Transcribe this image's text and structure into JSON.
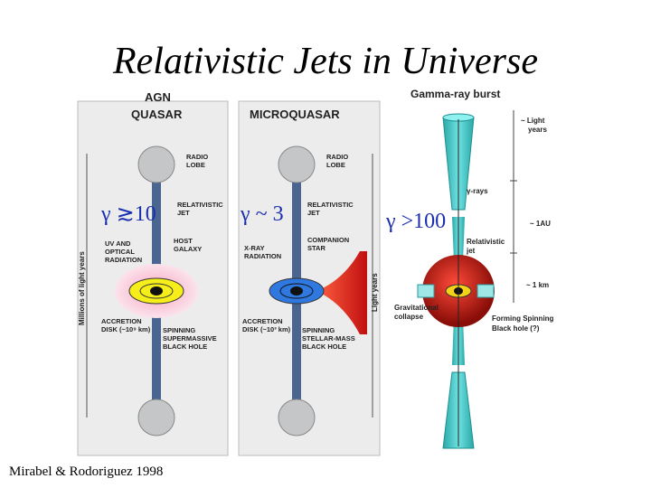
{
  "slide": {
    "title": "Relativistic Jets in Universe",
    "credit": "Mirabel & Rodoriguez 1998"
  },
  "agn": {
    "header_top": "AGN",
    "header": "QUASAR",
    "gamma": "γ ≳10",
    "labels": {
      "radio_lobe_1": "RADIO",
      "radio_lobe_2": "LOBE",
      "jet_1": "RELATIVISTIC",
      "jet_2": "JET",
      "host_1": "HOST",
      "host_2": "GALAXY",
      "rad_1": "UV AND",
      "rad_2": "OPTICAL",
      "rad_3": "RADIATION",
      "disk_1": "ACCRETION",
      "disk_2": "DISK (~10⁹ km)",
      "bh_1": "SPINNING",
      "bh_2": "SUPERMASSIVE",
      "bh_3": "BLACK HOLE"
    },
    "axis_label": "Millions of light years"
  },
  "microquasar": {
    "header": "MICROQUASAR",
    "gamma": "γ ~ 3",
    "labels": {
      "radio_lobe_1": "RADIO",
      "radio_lobe_2": "LOBE",
      "jet_1": "RELATIVISTIC",
      "jet_2": "JET",
      "comp_1": "COMPANION",
      "comp_2": "STAR",
      "rad_1": "X-RAY",
      "rad_2": "RADIATION",
      "disk_1": "ACCRETION",
      "disk_2": "DISK (~10³ km)",
      "bh_1": "SPINNING",
      "bh_2": "STELLAR-MASS",
      "bh_3": "BLACK HOLE"
    },
    "axis_label": "Light years"
  },
  "grb": {
    "header": "Gamma-ray burst",
    "gamma": "γ >100",
    "labels": {
      "light_years_1": "~ Light",
      "light_years_2": "years",
      "gamma_rays": "γ-rays",
      "au": "~ 1AU",
      "jet_1": "Relativistic",
      "jet_2": "jet",
      "km": "~ 1 km",
      "grav_1": "Gravitational",
      "grav_2": "collapse",
      "bh_1": "Forming Spinning",
      "bh_2": "Black hole (?)"
    }
  },
  "colors": {
    "panel_bg": "#e9e9e9",
    "lobe": "#c4c6c8",
    "jet": "#4a6690",
    "agn_disk": "#f5ee1a",
    "host": "#f4b8cc",
    "mq_disk": "#2f78e0",
    "companion": "#e02020",
    "grb_jet": "#3ec9c9",
    "grb_core": "#c41a10",
    "gamma_text": "#1a2fb0"
  }
}
